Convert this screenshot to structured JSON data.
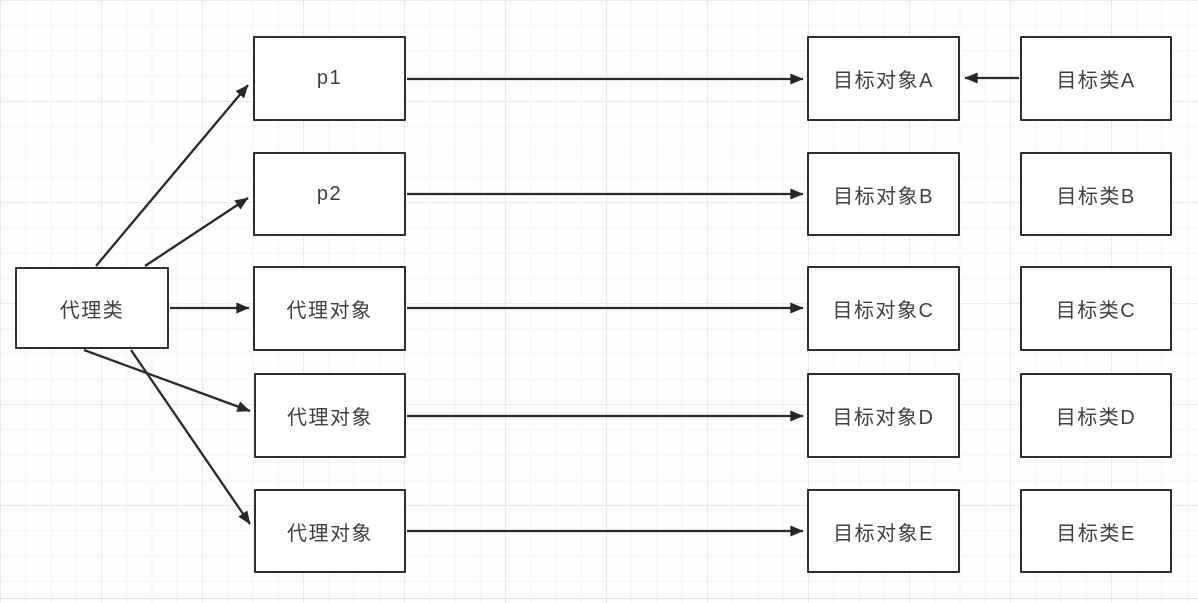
{
  "diagram": {
    "colors": {
      "line": "#2a2a2a",
      "node_border": "#2e2e2e",
      "node_fill": "#ffffff",
      "grid_line": "#e9e9e9"
    },
    "nodes": [
      {
        "id": "proxy-class",
        "label": "代理类"
      },
      {
        "id": "p1",
        "label": "p1"
      },
      {
        "id": "p2",
        "label": "p2"
      },
      {
        "id": "proxy-object-1",
        "label": "代理对象"
      },
      {
        "id": "proxy-object-2",
        "label": "代理对象"
      },
      {
        "id": "proxy-object-3",
        "label": "代理对象"
      },
      {
        "id": "target-object-a",
        "label": "目标对象A"
      },
      {
        "id": "target-object-b",
        "label": "目标对象B"
      },
      {
        "id": "target-object-c",
        "label": "目标对象C"
      },
      {
        "id": "target-object-d",
        "label": "目标对象D"
      },
      {
        "id": "target-object-e",
        "label": "目标对象E"
      },
      {
        "id": "target-class-a",
        "label": "目标类A"
      },
      {
        "id": "target-class-b",
        "label": "目标类B"
      },
      {
        "id": "target-class-c",
        "label": "目标类C"
      },
      {
        "id": "target-class-d",
        "label": "目标类D"
      },
      {
        "id": "target-class-e",
        "label": "目标类E"
      }
    ],
    "edges": [
      {
        "from": "proxy-class",
        "to": "p1"
      },
      {
        "from": "proxy-class",
        "to": "p2"
      },
      {
        "from": "proxy-class",
        "to": "proxy-object-1"
      },
      {
        "from": "proxy-class",
        "to": "proxy-object-2"
      },
      {
        "from": "proxy-class",
        "to": "proxy-object-3"
      },
      {
        "from": "p1",
        "to": "target-object-a"
      },
      {
        "from": "p2",
        "to": "target-object-b"
      },
      {
        "from": "proxy-object-1",
        "to": "target-object-c"
      },
      {
        "from": "proxy-object-2",
        "to": "target-object-d"
      },
      {
        "from": "proxy-object-3",
        "to": "target-object-e"
      },
      {
        "from": "target-class-a",
        "to": "target-object-a"
      }
    ]
  }
}
